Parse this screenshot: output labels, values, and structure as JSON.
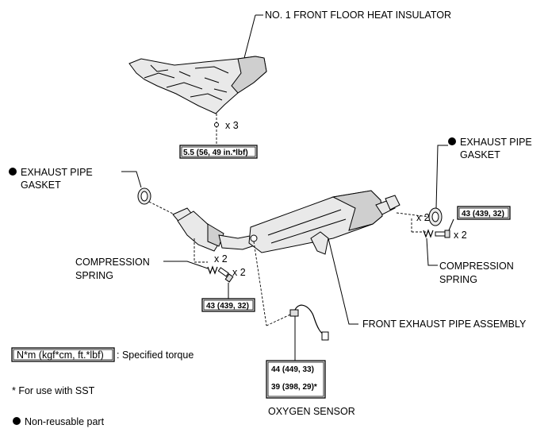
{
  "labels": {
    "heat_insulator": "NO. 1 FRONT FLOOR HEAT INSULATOR",
    "gasket_right_1": "EXHAUST PIPE",
    "gasket_right_2": "GASKET",
    "gasket_left_1": "EXHAUST PIPE",
    "gasket_left_2": "GASKET",
    "spring_left_1": "COMPRESSION",
    "spring_left_2": "SPRING",
    "spring_right_1": "COMPRESSION",
    "spring_right_2": "SPRING",
    "front_pipe": "FRONT EXHAUST PIPE ASSEMBLY",
    "oxygen_sensor": "OXYGEN SENSOR"
  },
  "quantities": {
    "insulator_fasteners": "x 3",
    "left_springs": "x 2",
    "left_bolts": "x 2",
    "right_springs": "x 2",
    "right_bolts": "x 2"
  },
  "torques": {
    "insulator": "5.5 (56, 49 in.*lbf)",
    "left_bolts": "43 (439, 32)",
    "right_bolts": "43 (439, 32)",
    "oxygen_sensor_1": "44 (449, 33)",
    "oxygen_sensor_2": "39 (398, 29)*"
  },
  "legend": {
    "torque_key": "N*m (kgf*cm, ft.*lbf)",
    "torque_desc": ": Specified torque",
    "sst_note": "* For use with SST",
    "nonreusable": "Non-reusable part"
  }
}
